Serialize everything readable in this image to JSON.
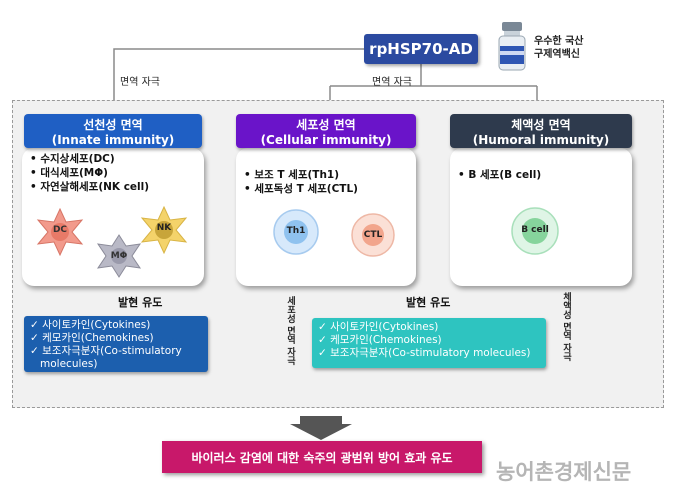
{
  "top": {
    "antigen_label": "rpHSP70-AD",
    "vaccine_caption_line1": "우수한 국산",
    "vaccine_caption_line2": "구제역백신",
    "stim_left": "면역 자극",
    "stim_center": "면역 자극"
  },
  "columns": {
    "innate": {
      "title_kr": "선천성 면역",
      "title_en": "(Innate immunity)",
      "items": [
        "• 수지상세포(DC)",
        "• 대식세포(MΦ)",
        "• 자연살해세포(NK cell)"
      ],
      "cells": [
        "DC",
        "MΦ",
        "NK"
      ]
    },
    "cellular": {
      "title_kr": "세포성 면역",
      "title_en": "(Cellular immunity)",
      "items": [
        "• 보조 T 세포(Th1)",
        "• 세포독성 T 세포(CTL)"
      ],
      "cells": [
        "Th1",
        "CTL"
      ]
    },
    "humoral": {
      "title_kr": "체액성 면역",
      "title_en": "(Humoral immunity)",
      "items": [
        "• B 세포(B cell)"
      ],
      "cells": [
        "B cell"
      ]
    }
  },
  "induction_left": "발현 유도",
  "induction_right": "발현 유도",
  "vertical_cellular": "세포성 면역 자극",
  "vertical_humoral": "체액성 면역 자극",
  "left_box": {
    "lines": [
      "✓ 사이토카인(Cytokines)",
      "✓ 케모카인(Chemokines)",
      "✓ 보조자극분자(Co-stimulatory",
      "   molecules)"
    ]
  },
  "right_box": {
    "lines": [
      "✓ 사이토카인(Cytokines)",
      "✓ 케모카인(Chemokines)",
      "✓ 보조자극분자(Co-stimulatory molecules)"
    ]
  },
  "result": "바이러스 감염에 대한 숙주의 광범위 방어 효과 유도",
  "watermark": "농어촌경제신문",
  "colors": {
    "innate": "#1f5fc4",
    "cellular": "#6a14c9",
    "humoral": "#2e3a4d",
    "left_box": "#1c5fae",
    "right_box": "#2ec4c0",
    "result": "#c8186a",
    "antigen": "#2b4aa0"
  }
}
